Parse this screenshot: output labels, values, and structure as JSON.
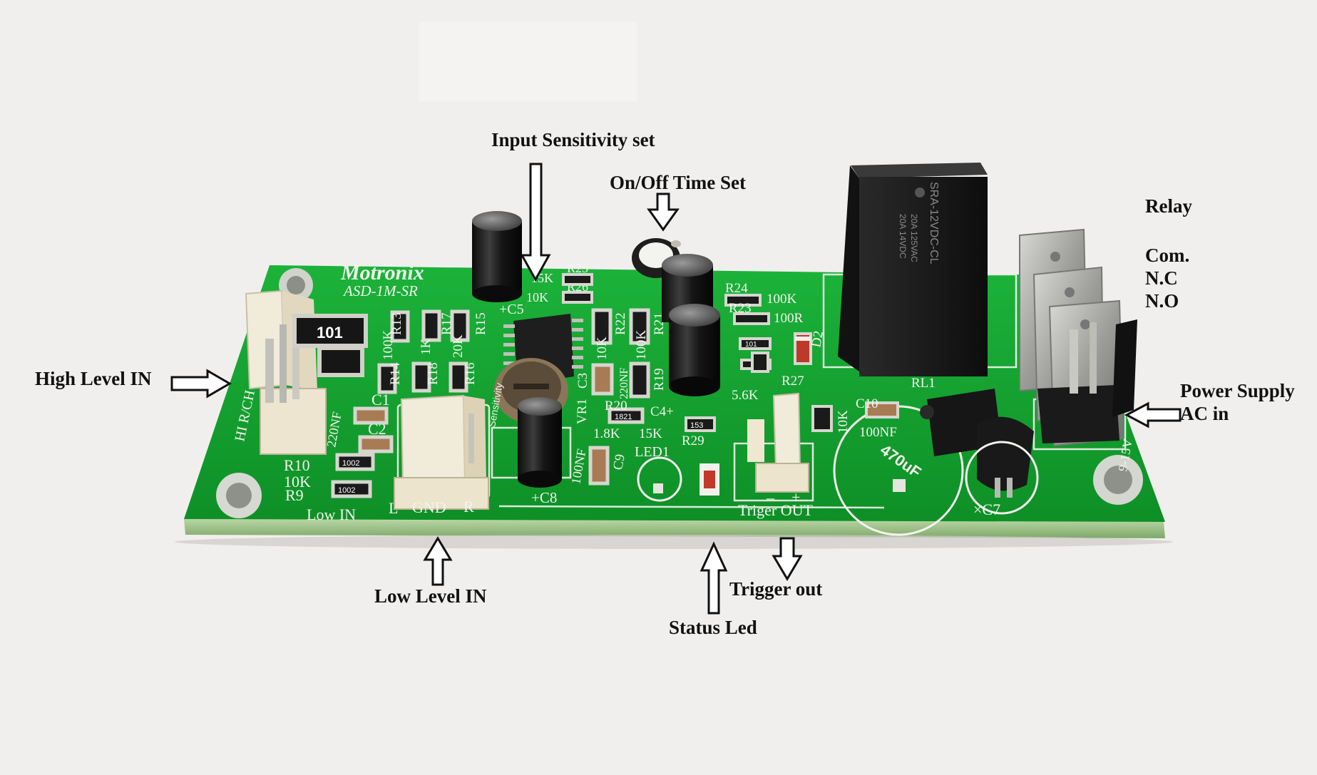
{
  "annotations": {
    "input_sensitivity": "Input Sensitivity set",
    "on_off_time": "On/Off Time Set",
    "relay_title": "Relay",
    "relay_com": "Com.",
    "relay_nc": "N.C",
    "relay_no": "N.O",
    "high_level_in": "High Level IN",
    "power_supply": "Power Supply",
    "ac_in": "AC in",
    "low_level_in": "Low Level IN",
    "trigger_out": "Trigger out",
    "status_led": "Status Led"
  },
  "board": {
    "brand": "Motronix",
    "model": "ASD-1M-SR",
    "silkscreen": {
      "low_in": "Low IN",
      "l": "L",
      "gnd": "GND",
      "r": "R",
      "triger_out": "Triger OUT",
      "r10": "R10",
      "r9": "R9",
      "ten_k": "10K",
      "c1": "C1",
      "c2": "C2",
      "c8": "+C8",
      "c9": "C9",
      "c4": "C4+",
      "c3": "C3",
      "c5": "+C5",
      "c7": "×C7",
      "c10": "C10",
      "r13": "R13",
      "r14": "R14",
      "r15": "R15",
      "r16": "R16",
      "r17": "R17",
      "r18": "R18",
      "r19": "R19",
      "r20": "R20",
      "r21": "R21",
      "r22": "R22",
      "r23": "R23",
      "r24": "R24",
      "r25": "R25",
      "r26": "R26",
      "r27": "R27",
      "r29": "R29",
      "d2": "D2",
      "led1": "LED1",
      "rl1": "RL1",
      "vr1": "VR1",
      "sensitivity": "Sensitivity",
      "v100k": "100K",
      "v100r": "100R",
      "v1k": "1K",
      "v20k": "20K",
      "v15k": "15K",
      "v10k": "10K",
      "v5_6k": "5.6K",
      "v1_8k": "1.8K",
      "v220nf": "220NF",
      "v100nf": "100NF",
      "v470uf": "470uF",
      "hi_rch": "HI R/CH",
      "minus": "–",
      "plus": "+",
      "v9_15v": "9-15V",
      "code101": "101",
      "code1002": "1002",
      "code153": "153",
      "code1821": "1821"
    },
    "relay_markings": {
      "brand": "SRA",
      "model": "SRA-12VDC-CL",
      "rating1": "20A 14VDC",
      "rating2": "20A 125VAC"
    }
  },
  "colors": {
    "background": "#f1efee",
    "pcb": "#13a12e",
    "silkscreen": "#f2f4ee",
    "connector": "#efe8d6",
    "relay": "#1a1a1a",
    "text": "#111111"
  }
}
